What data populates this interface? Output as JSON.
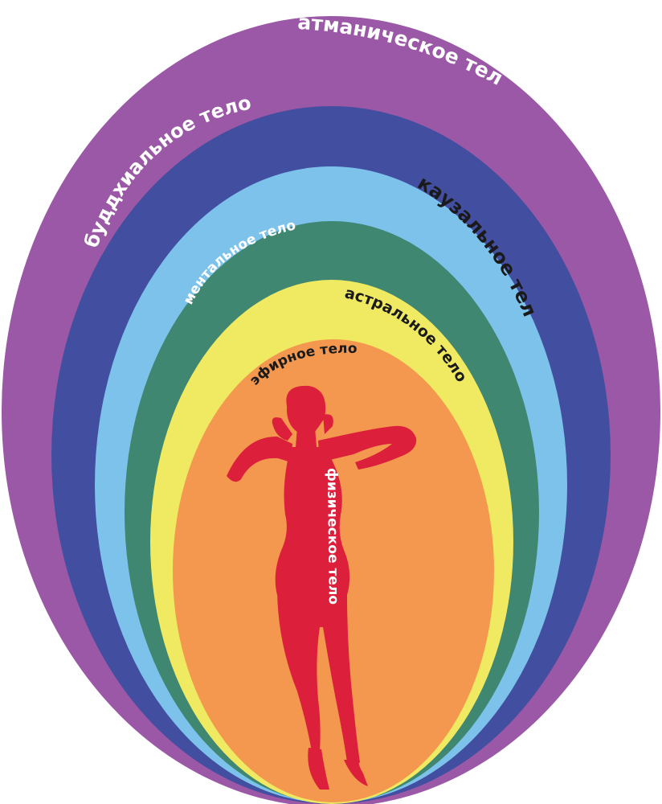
{
  "layers": [
    {
      "key": "atmanic",
      "label": "атманическое тело",
      "color": "#9B58A6",
      "text_color": "#ffffff"
    },
    {
      "key": "buddhic",
      "label": "буддхиальное тело",
      "color": "#424EA0",
      "text_color": "#ffffff"
    },
    {
      "key": "causal",
      "label": "каузальное тело",
      "color": "#7DC2EB",
      "text_color": "#1a1a1a"
    },
    {
      "key": "mental",
      "label": "ментальное тело",
      "color": "#3F8770",
      "text_color": "#ffffff"
    },
    {
      "key": "astral",
      "label": "астральное тело",
      "color": "#F0EA62",
      "text_color": "#1a1a1a"
    },
    {
      "key": "etheric",
      "label": "эфирное тело",
      "color": "#F3984E",
      "text_color": "#1a1a1a"
    },
    {
      "key": "physical",
      "label": "физическое тело",
      "color": "#DC1F3A",
      "text_color": "#ffffff"
    }
  ]
}
